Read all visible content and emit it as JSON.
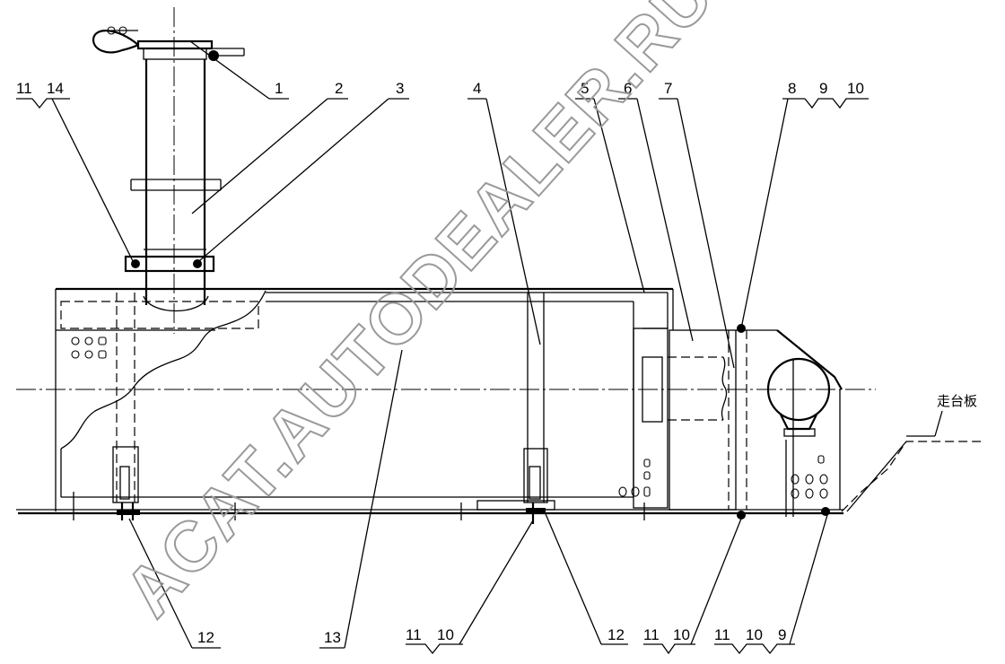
{
  "watermark": "ACAT.AUTODEALER.RU",
  "walkway_label": "走台板",
  "callouts": {
    "top": [
      "11",
      "14",
      "1",
      "2",
      "3",
      "4",
      "5",
      "6",
      "7",
      "8",
      "9",
      "10"
    ],
    "bottom": [
      "12",
      "13",
      "11",
      "10",
      "12",
      "11",
      "10",
      "11",
      "10",
      "9"
    ]
  }
}
